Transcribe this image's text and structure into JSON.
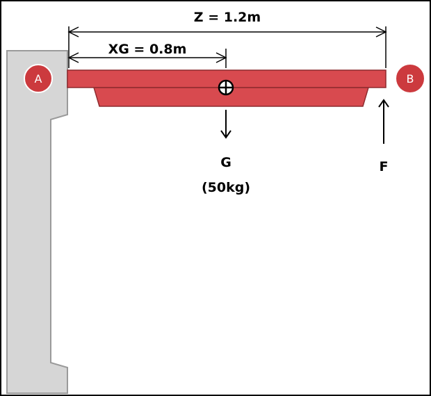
{
  "labels": {
    "z_dimension": "Z = 1.2m",
    "xg_dimension": "XG = 0.8m",
    "point_a": "A",
    "point_b": "B",
    "weight_name": "G",
    "weight_mass": "(50kg)",
    "force_name": "F"
  },
  "colors": {
    "beam": "#d84a4f",
    "beam_stroke": "#8e2b2f",
    "point_circle": "#cc3a3e",
    "wall_fill": "#d6d6d6",
    "wall_stroke": "#9a9a9a",
    "background": "#ffffff",
    "frame": "#000000"
  },
  "icons": {
    "centroid": "circle-plus-icon",
    "weight_arrow": "arrow-down-icon",
    "force_arrow": "arrow-up-icon"
  }
}
